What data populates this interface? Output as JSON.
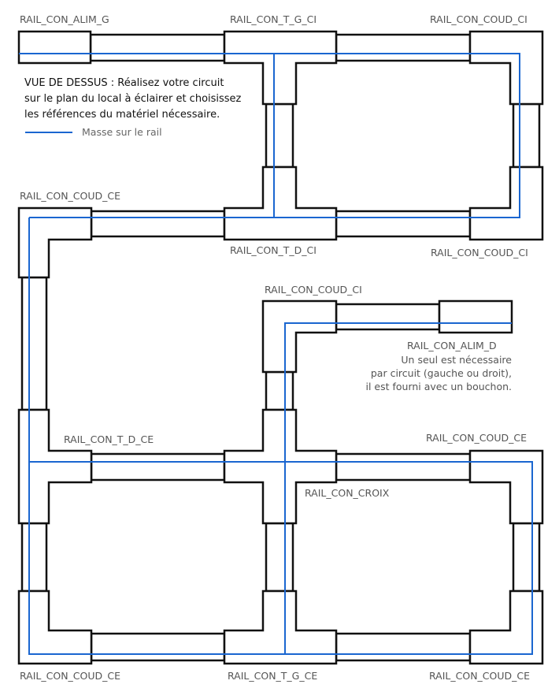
{
  "intro": [
    "VUE DE DESSUS : Réalisez votre circuit",
    "sur le plan du local à éclairer et choisissez",
    "les références du matériel nécessaire."
  ],
  "legend": {
    "label": "Masse sur le rail",
    "color": "#1a66d0"
  },
  "labels": {
    "alim_g": "RAIL_CON_ALIM_G",
    "t_g_ci_top": "RAIL_CON_T_G_CI",
    "coud_ci_top_right": "RAIL_CON_COUD_CI",
    "coud_ce_left": "RAIL_CON_COUD_CE",
    "t_d_ci": "RAIL_CON_T_D_CI",
    "coud_ci_right": "RAIL_CON_COUD_CI",
    "coud_ci_mid": "RAIL_CON_COUD_CI",
    "alim_d": "RAIL_CON_ALIM_D",
    "t_d_ce": "RAIL_CON_T_D_CE",
    "coud_ce_mid_right": "RAIL_CON_COUD_CE",
    "croix": "RAIL_CON_CROIX",
    "coud_ce_bottom_left": "RAIL_CON_COUD_CE",
    "t_g_ce": "RAIL_CON_T_G_CE",
    "coud_ce_bottom_right": "RAIL_CON_COUD_CE"
  },
  "note": [
    "Un seul est nécessaire",
    "par circuit (gauche ou droit),",
    "il est fourni avec un bouchon."
  ]
}
